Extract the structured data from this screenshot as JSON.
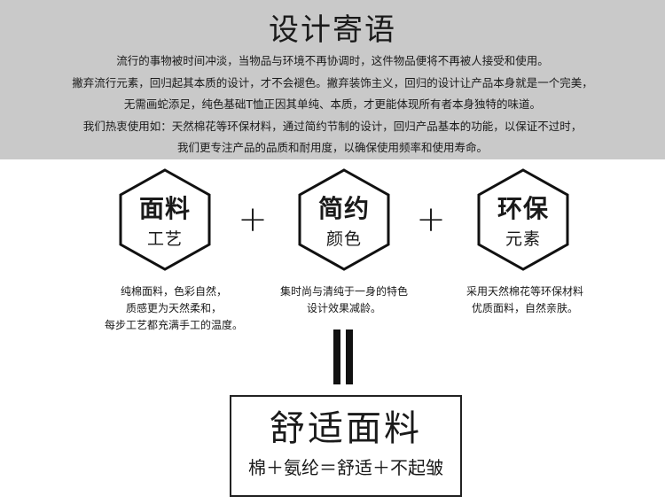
{
  "header": {
    "title": "设计寄语",
    "lines": [
      "流行的事物被时间冲淡，当物品与环境不再协调时，这件物品便将不再被人接受和使用。",
      "撇弃流行元素，回归起其本质的设计，才不会褪色。撇弃装饰主义，回归的设计让产品本身就是一个完美，",
      "无需画蛇添足，纯色基础T恤正因其单纯、本质，才更能体现所有者本身独特的味道。",
      "我们热衷使用如：天然棉花等环保材料，通过简约节制的设计，回归产品基本的功能，以保证不过时，",
      "我们更专注产品的品质和耐用度，以确保使用频率和使用寿命。"
    ]
  },
  "features": [
    {
      "main": "面料",
      "sub": "工艺",
      "desc": [
        "纯棉面料，色彩自然，",
        "质感更为天然柔和，",
        "每步工艺都充满手工的温度。"
      ]
    },
    {
      "main": "简约",
      "sub": "颜色",
      "desc": [
        "集时尚与清纯于一身的特色",
        "设计效果减龄。"
      ]
    },
    {
      "main": "环保",
      "sub": "元素",
      "desc": [
        "采用天然棉花等环保材料",
        "优质面料，自然亲肤。"
      ]
    }
  ],
  "operators": {
    "plus": "+"
  },
  "result": {
    "title": "舒适面料",
    "formula": "棉＋氨纶＝舒适＋不起皱"
  },
  "colors": {
    "header_bg": "#c9c9c9",
    "ink": "#1a1a1a"
  }
}
